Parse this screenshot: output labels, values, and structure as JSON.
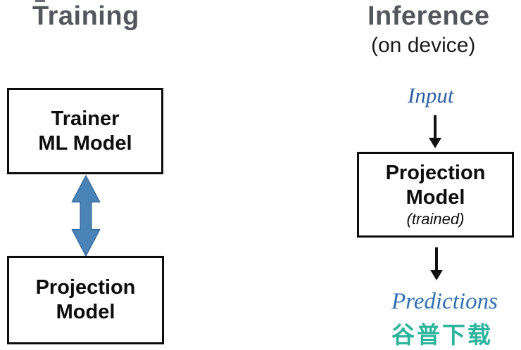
{
  "diagram": {
    "training": {
      "title": "Training",
      "trainer_box": {
        "line1": "Trainer",
        "line2": "ML Model"
      },
      "projection_box": {
        "line1": "Projection",
        "line2": "Model"
      }
    },
    "inference": {
      "title": "Inference",
      "subtitle": "(on device)",
      "input_label": "Input",
      "projection_box": {
        "line1": "Projection",
        "line2": "Model",
        "line3": "(trained)"
      },
      "predictions_label": "Predictions"
    },
    "watermark": "谷普下载",
    "icons": {
      "train_sync_arrow": "up-down-arrow-icon",
      "input_arrow": "down-arrow-icon",
      "output_arrow": "down-arrow-icon"
    },
    "colors": {
      "heading_gray": "#53575b",
      "box_border_black": "#0d0d0d",
      "sync_arrow_blue_fill": "#4a83b6",
      "sync_arrow_blue_stroke": "#3b6da1",
      "input_label_blue": "#2d5fa3",
      "predictions_label_blue": "#3370b2",
      "watermark_teal": "#2bb49b",
      "flow_arrow_black": "#111111"
    }
  }
}
